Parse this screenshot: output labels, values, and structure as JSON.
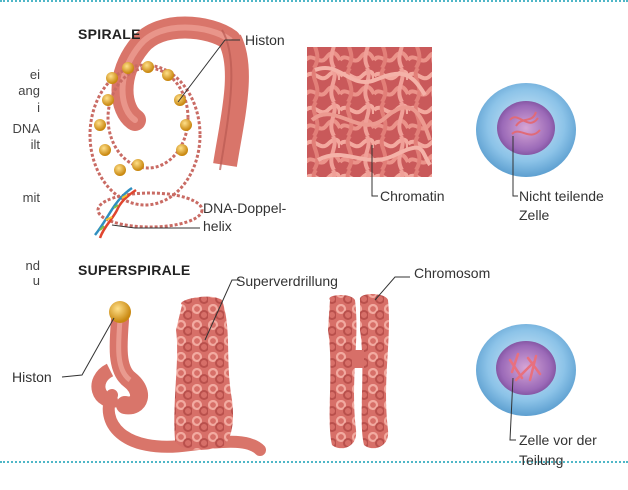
{
  "left_text_fragments": [
    "ei",
    "ang",
    "i",
    "DNA",
    "ilt",
    "mit",
    "nd",
    "u"
  ],
  "top_panel": {
    "heading": "SPIRALE",
    "labels": {
      "histone": "Histon",
      "dna_double_helix_line1": "DNA-Doppel-",
      "dna_double_helix_line2": "helix",
      "chromatin": "Chromatin",
      "non_dividing_cell_line1": "Nicht teilende",
      "non_dividing_cell_line2": "Zelle"
    }
  },
  "bottom_panel": {
    "heading": "SUPERSPIRALE",
    "labels": {
      "supercoiling": "Superverdrillung",
      "chromosome": "Chromosom",
      "histone": "Histon",
      "cell_before_division_line1": "Zelle vor der",
      "cell_before_division_line2": "Teilung"
    }
  },
  "colors": {
    "fiber": "#d9756a",
    "fiber_dark": "#b4504a",
    "histone": "#e2a41c",
    "cell_outer": "#8cc3e8",
    "nucleus": "#8a5aa6",
    "divider": "#4fb7c7"
  }
}
